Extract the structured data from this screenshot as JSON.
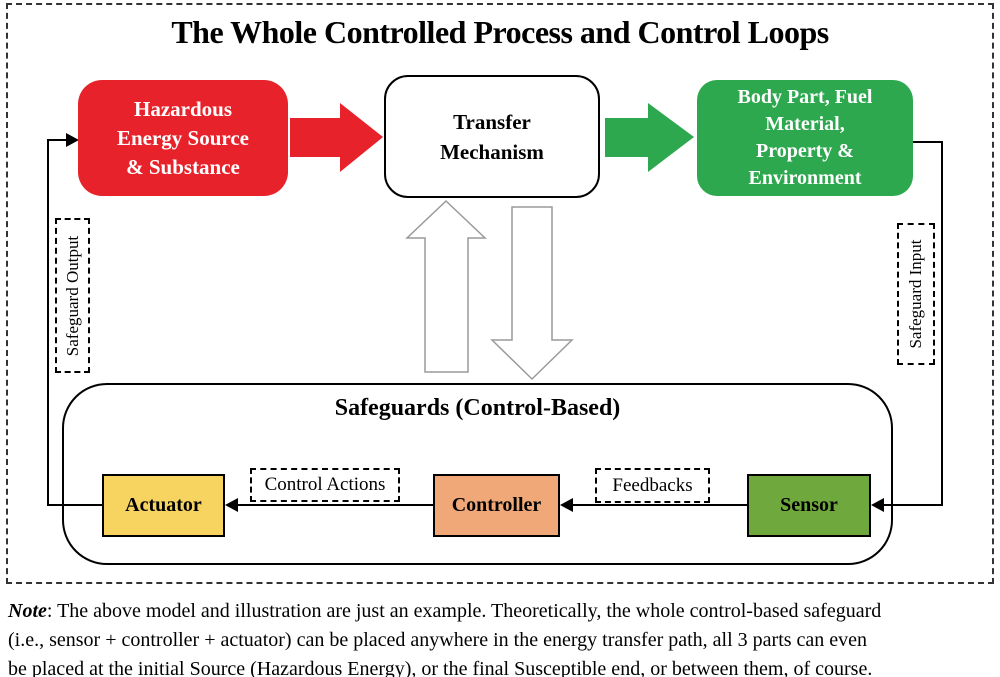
{
  "title": "The Whole Controlled Process and Control Loops",
  "process_row": {
    "hazard_box": {
      "lines": [
        "Hazardous",
        "Energy Source",
        "& Substance"
      ],
      "color": "#E8222A",
      "text_color": "#FFFFFF"
    },
    "transfer_box": {
      "lines": [
        "Transfer",
        "Mechanism"
      ],
      "color": "#FFFFFF",
      "text_color": "#000000"
    },
    "target_box": {
      "lines": [
        "Body Part, Fuel",
        "Material,",
        "Property &",
        "Environment"
      ],
      "color": "#2EA84F",
      "text_color": "#FFFFFF"
    }
  },
  "arrows": {
    "hazard_to_transfer_color": "#E8222A",
    "transfer_to_target_color": "#2EA84F",
    "hollow_arrow_outline_color": "#9A9A9A",
    "connector_color": "#000000"
  },
  "side_labels": {
    "left": "Safeguard Output",
    "right": "Safeguard Input"
  },
  "safeguards": {
    "title": "Safeguards (Control-Based)",
    "actuator": {
      "label": "Actuator",
      "color": "#F6D45F"
    },
    "controller": {
      "label": "Controller",
      "color": "#F0A878"
    },
    "sensor": {
      "label": "Sensor",
      "color": "#6FA83C"
    },
    "control_actions_label": "Control Actions",
    "feedbacks_label": "Feedbacks"
  },
  "note": {
    "prefix": "Note",
    "line1": ": The above model and illustration are just an example. Theoretically, the whole control-based safeguard",
    "line2": "(i.e., sensor + controller + actuator) can be placed anywhere in the energy transfer path, all 3 parts can even",
    "line3": "be placed at the initial Source (Hazardous Energy), or the final Susceptible end, or between them, of course."
  }
}
